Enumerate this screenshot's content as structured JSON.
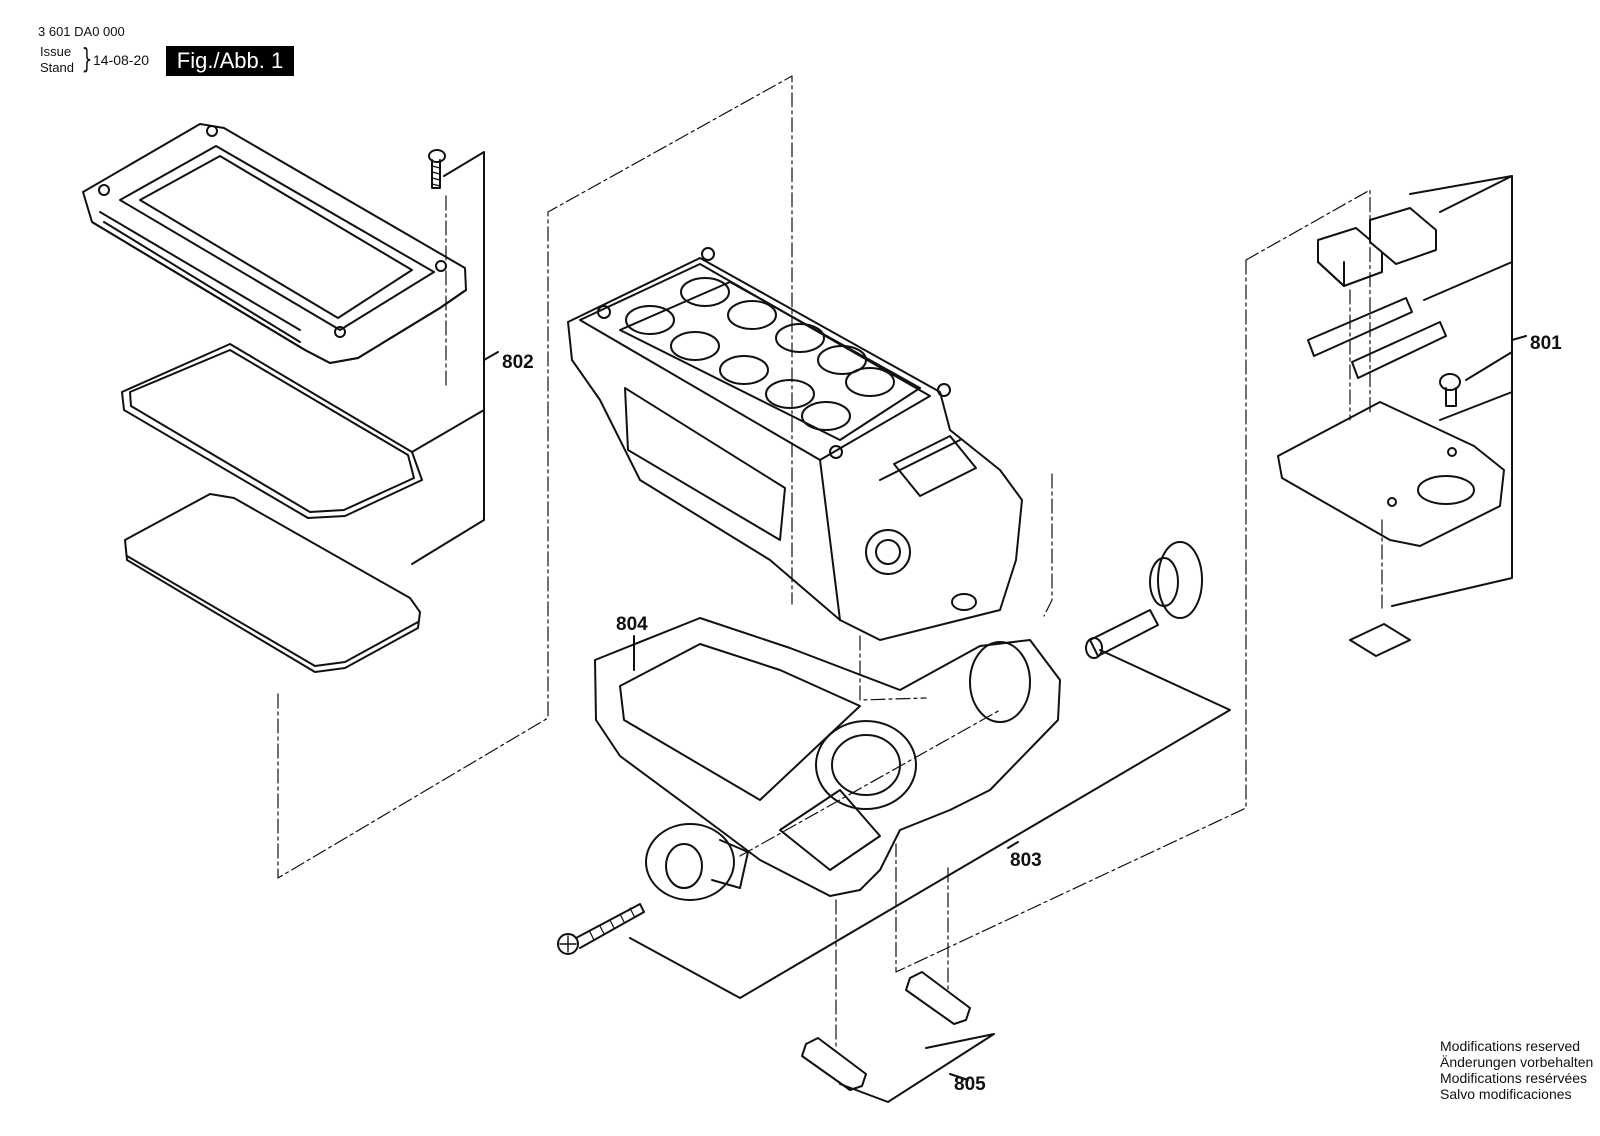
{
  "header": {
    "part_number": "3 601 DA0 000",
    "issue_label": "Issue",
    "stand_label": "Stand",
    "issue_date": "14-08-20",
    "figure_label": "Fig./Abb. 1"
  },
  "callouts": {
    "c801": "801",
    "c802": "802",
    "c803": "803",
    "c804": "804",
    "c805": "805"
  },
  "notes": [
    "Modifications reserved",
    "Änderungen vorbehalten",
    "Modifications resérvées",
    "Salvo modificaciones"
  ]
}
